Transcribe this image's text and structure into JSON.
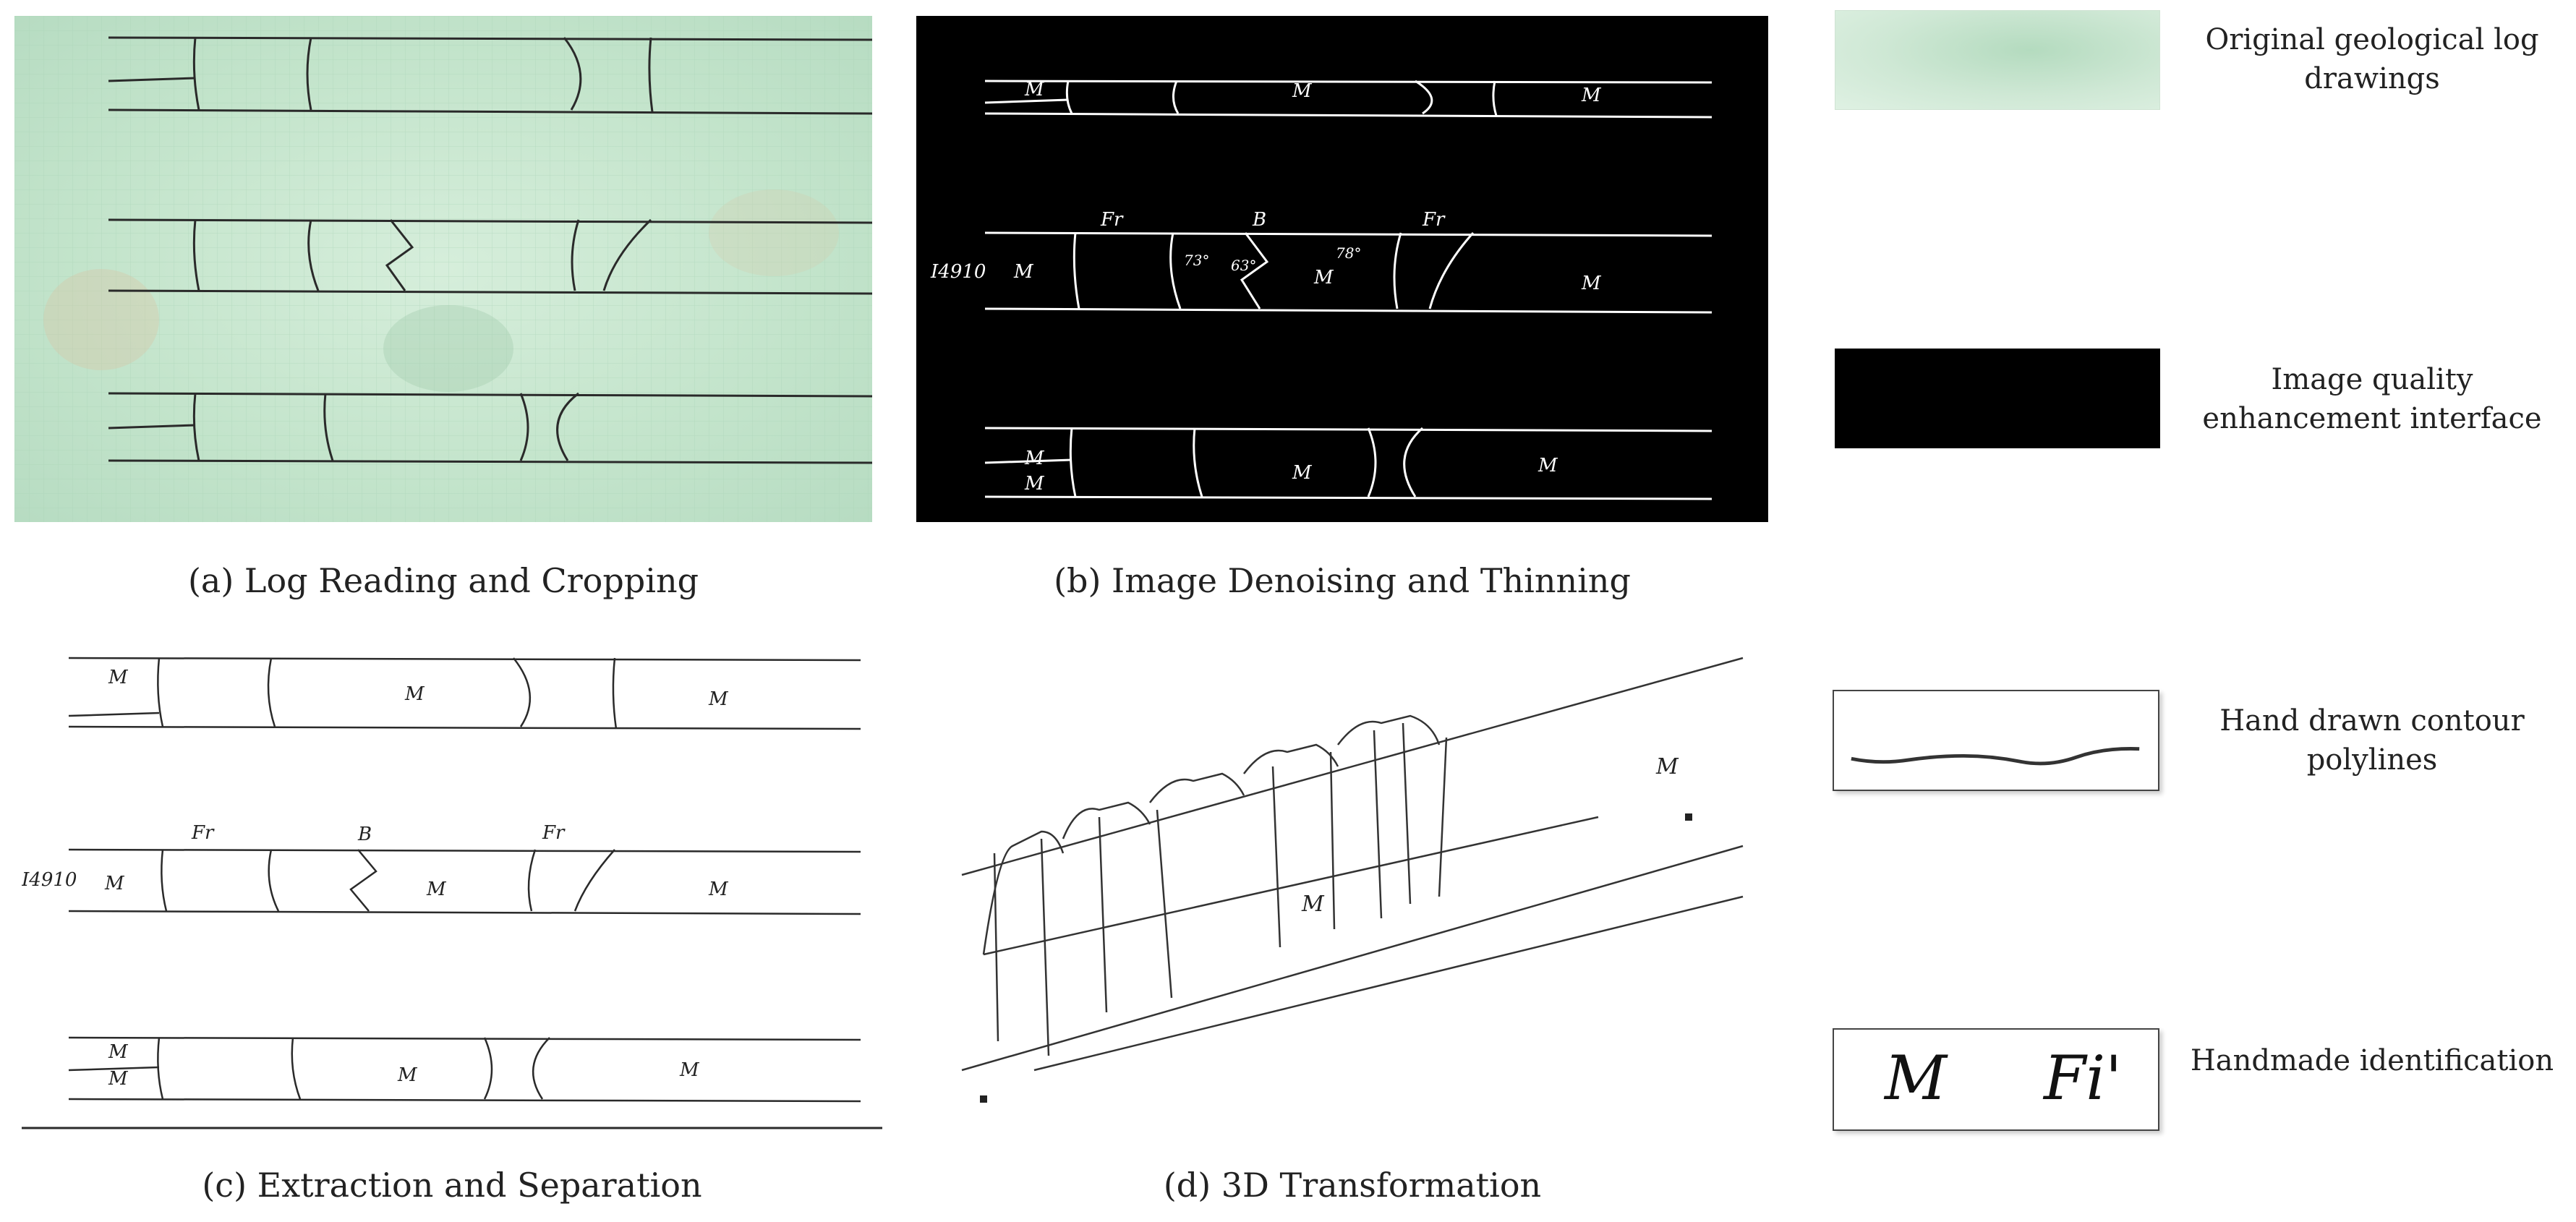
{
  "captions": {
    "a": "(a) Log Reading and Cropping",
    "b": "(b) Image Denoising and Thinning",
    "c": "(c) Extraction and Separation",
    "d": "(d) 3D Transformation"
  },
  "legend": [
    {
      "label": "Original geological log drawings",
      "swatch": "green-paper"
    },
    {
      "label": "Image quality enhancement interface",
      "swatch": "black"
    },
    {
      "label": "Hand drawn contour polylines",
      "swatch": "polyline"
    },
    {
      "label": "Handmade identification",
      "swatch": "marks"
    }
  ],
  "marks": {
    "m": "M",
    "fr": "Fr",
    "b": "B",
    "station": "I4910",
    "angle1": "73°",
    "angle2": "78°",
    "angle3": "63°",
    "side_a": "Fr",
    "id_m": "M",
    "id_f": "Fi'"
  },
  "colors": {
    "paper": "#cfe8d3",
    "paper_dark": "#a9d2b3",
    "ink": "#1f1f1f",
    "white": "#ffffff",
    "black": "#000000"
  }
}
